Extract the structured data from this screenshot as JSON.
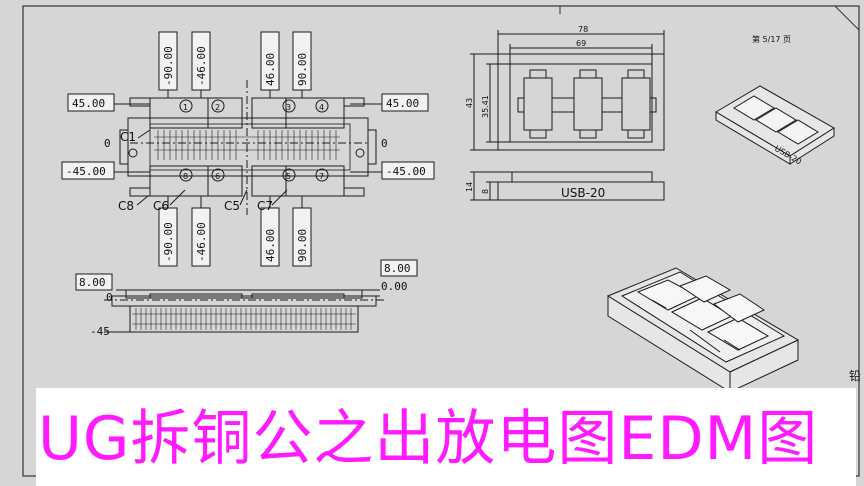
{
  "sheet": {
    "page_label": "第 5/17 页",
    "side_char": "铅"
  },
  "dimensions": {
    "top_left_h": "-90.00",
    "top_left_h2": "-46.00",
    "top_right_h": "46.00",
    "top_right_h2": "90.00",
    "bot_left_h": "-90.00",
    "bot_left_h2": "-46.00",
    "bot_right_h": "46.00",
    "bot_right_h2": "90.00",
    "left_45": "45.00",
    "left_m45": "-45.00",
    "right_45": "45.00",
    "right_m45": "-45.00",
    "left_zero": "0",
    "right_zero": "0",
    "side_left_8": "8.00",
    "side_right_8": "8.00",
    "side_right_0": "0.00",
    "side_left_zero": "0",
    "side_m45": "-45"
  },
  "electrodes": {
    "n1": "1",
    "n2": "2",
    "n3": "3",
    "n4": "4",
    "n5": "5",
    "n6": "6",
    "n7": "7",
    "n8": "8",
    "c1": "C1",
    "c5": "C5",
    "c6": "C6",
    "c7": "C7",
    "c8": "C8"
  },
  "part": {
    "width_outer": "78",
    "width_inner": "69",
    "height_outer": "43",
    "height_inner": "35.41",
    "thick_outer": "14",
    "thick_inner": "8",
    "name": "USB-20"
  },
  "banner": {
    "text": "UG拆铜公之出放电图EDM图"
  },
  "colors": {
    "banner_text": "#ff1aff",
    "paper": "#d6d6d6",
    "line": "#1a1a1a"
  }
}
